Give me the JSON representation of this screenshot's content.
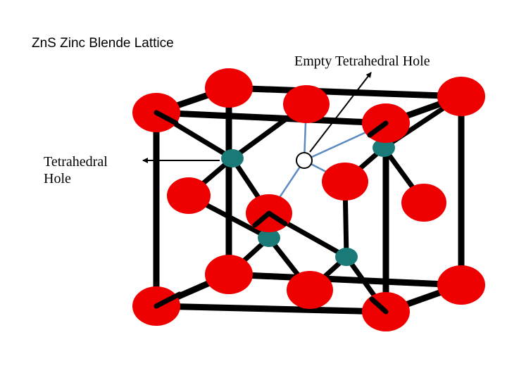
{
  "title": "ZnS Zinc Blende Lattice",
  "labels": {
    "empty_hole": "Empty Tetrahedral Hole",
    "tetrahedral_hole_line1": "Tetrahedral",
    "tetrahedral_hole_line2": "Hole"
  },
  "colors": {
    "sulfur_atom": "#ee0000",
    "zinc_atom": "#1a7a78",
    "bond": "#000000",
    "hole_bond": "#5b8bc0",
    "empty_hole_fill": "#ffffff"
  }
}
